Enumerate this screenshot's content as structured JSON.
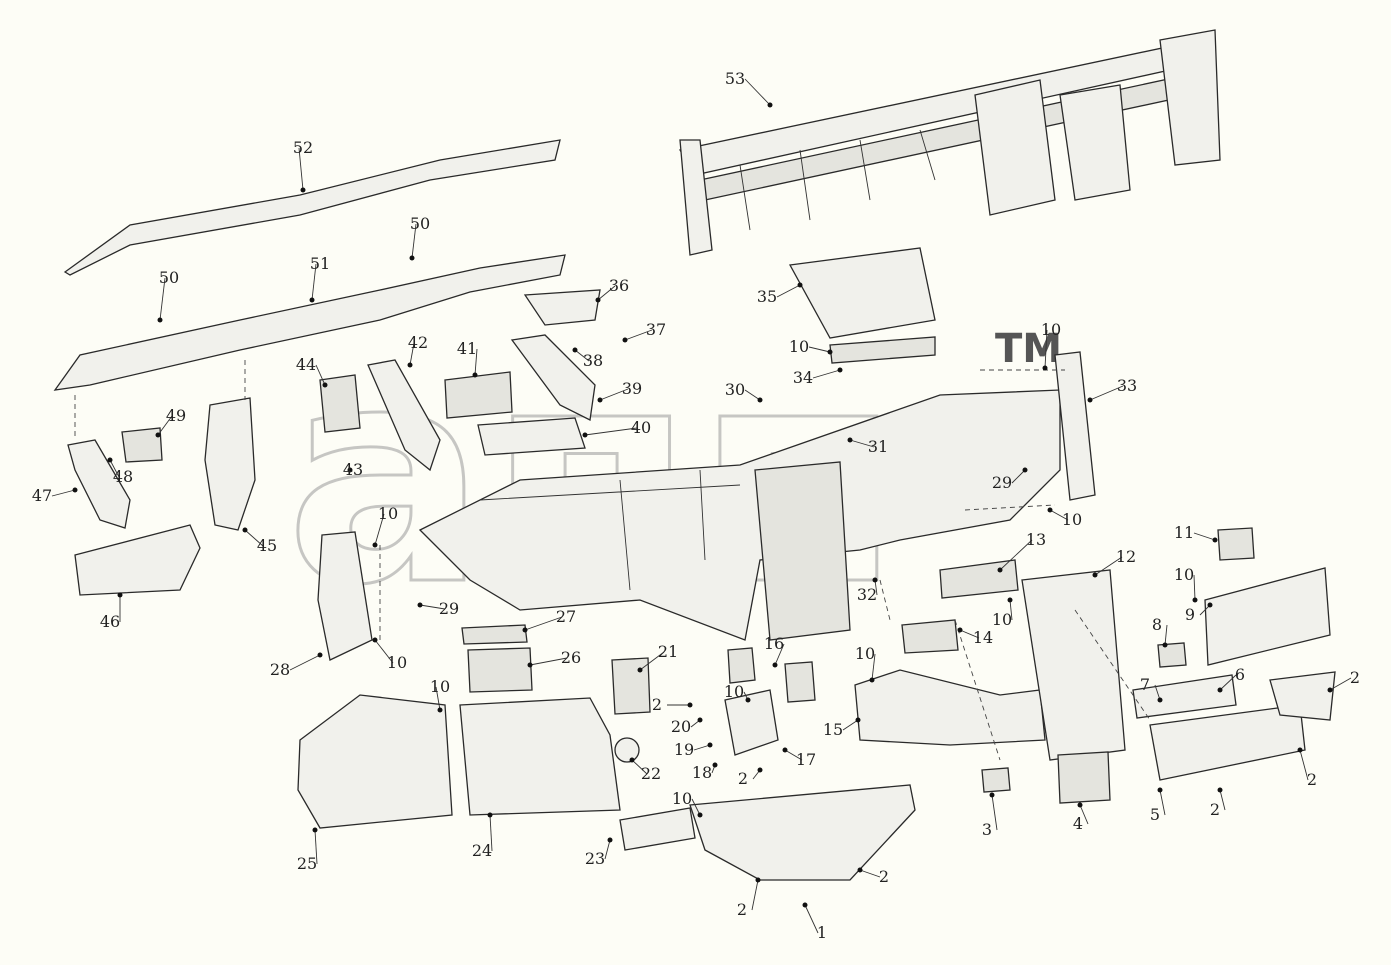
{
  "watermark": {
    "text": "апп",
    "tm": "TM"
  },
  "callouts": [
    "1",
    "2",
    "3",
    "4",
    "5",
    "6",
    "7",
    "8",
    "9",
    "10",
    "11",
    "12",
    "13",
    "14",
    "15",
    "16",
    "17",
    "18",
    "19",
    "20",
    "21",
    "22",
    "23",
    "24",
    "25",
    "26",
    "27",
    "28",
    "29",
    "30",
    "31",
    "32",
    "33",
    "34",
    "35",
    "36",
    "37",
    "38",
    "39",
    "40",
    "41",
    "42",
    "43",
    "44",
    "45",
    "46",
    "47",
    "48",
    "49",
    "50",
    "51",
    "52",
    "53"
  ]
}
